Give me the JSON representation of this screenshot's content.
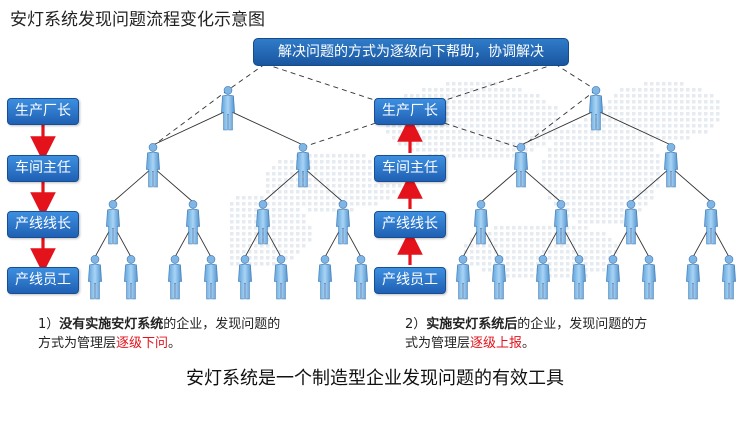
{
  "title": "安灯系统发现问题流程变化示意图",
  "banner": "解决问题的方式为逐级向下帮助，协调解决",
  "left_roles": [
    "生产厂长",
    "车间主任",
    "产线线长",
    "产线员工"
  ],
  "right_roles": [
    "生产厂长",
    "车间主任",
    "产线线长",
    "产线员工"
  ],
  "caption_left": {
    "prefix": "1）",
    "bold": "没有实施安灯系统",
    "mid": "的企业，发现问题的",
    "line2_pre": "方式为管理层",
    "red": "逐级下问",
    "end": "。"
  },
  "caption_right": {
    "prefix": "2）",
    "bold": "实施安灯系统后",
    "mid": "的企业，发现问题的方",
    "line2_pre": "式为管理层",
    "red": "逐级上报",
    "end": "。"
  },
  "tagline": "安灯系统是一个制造型企业发现问题的有效工具",
  "colors": {
    "box": "#2670c4",
    "arrow": "#e3121b",
    "person": "#8fc3ec",
    "text_red": "#e3121b"
  }
}
